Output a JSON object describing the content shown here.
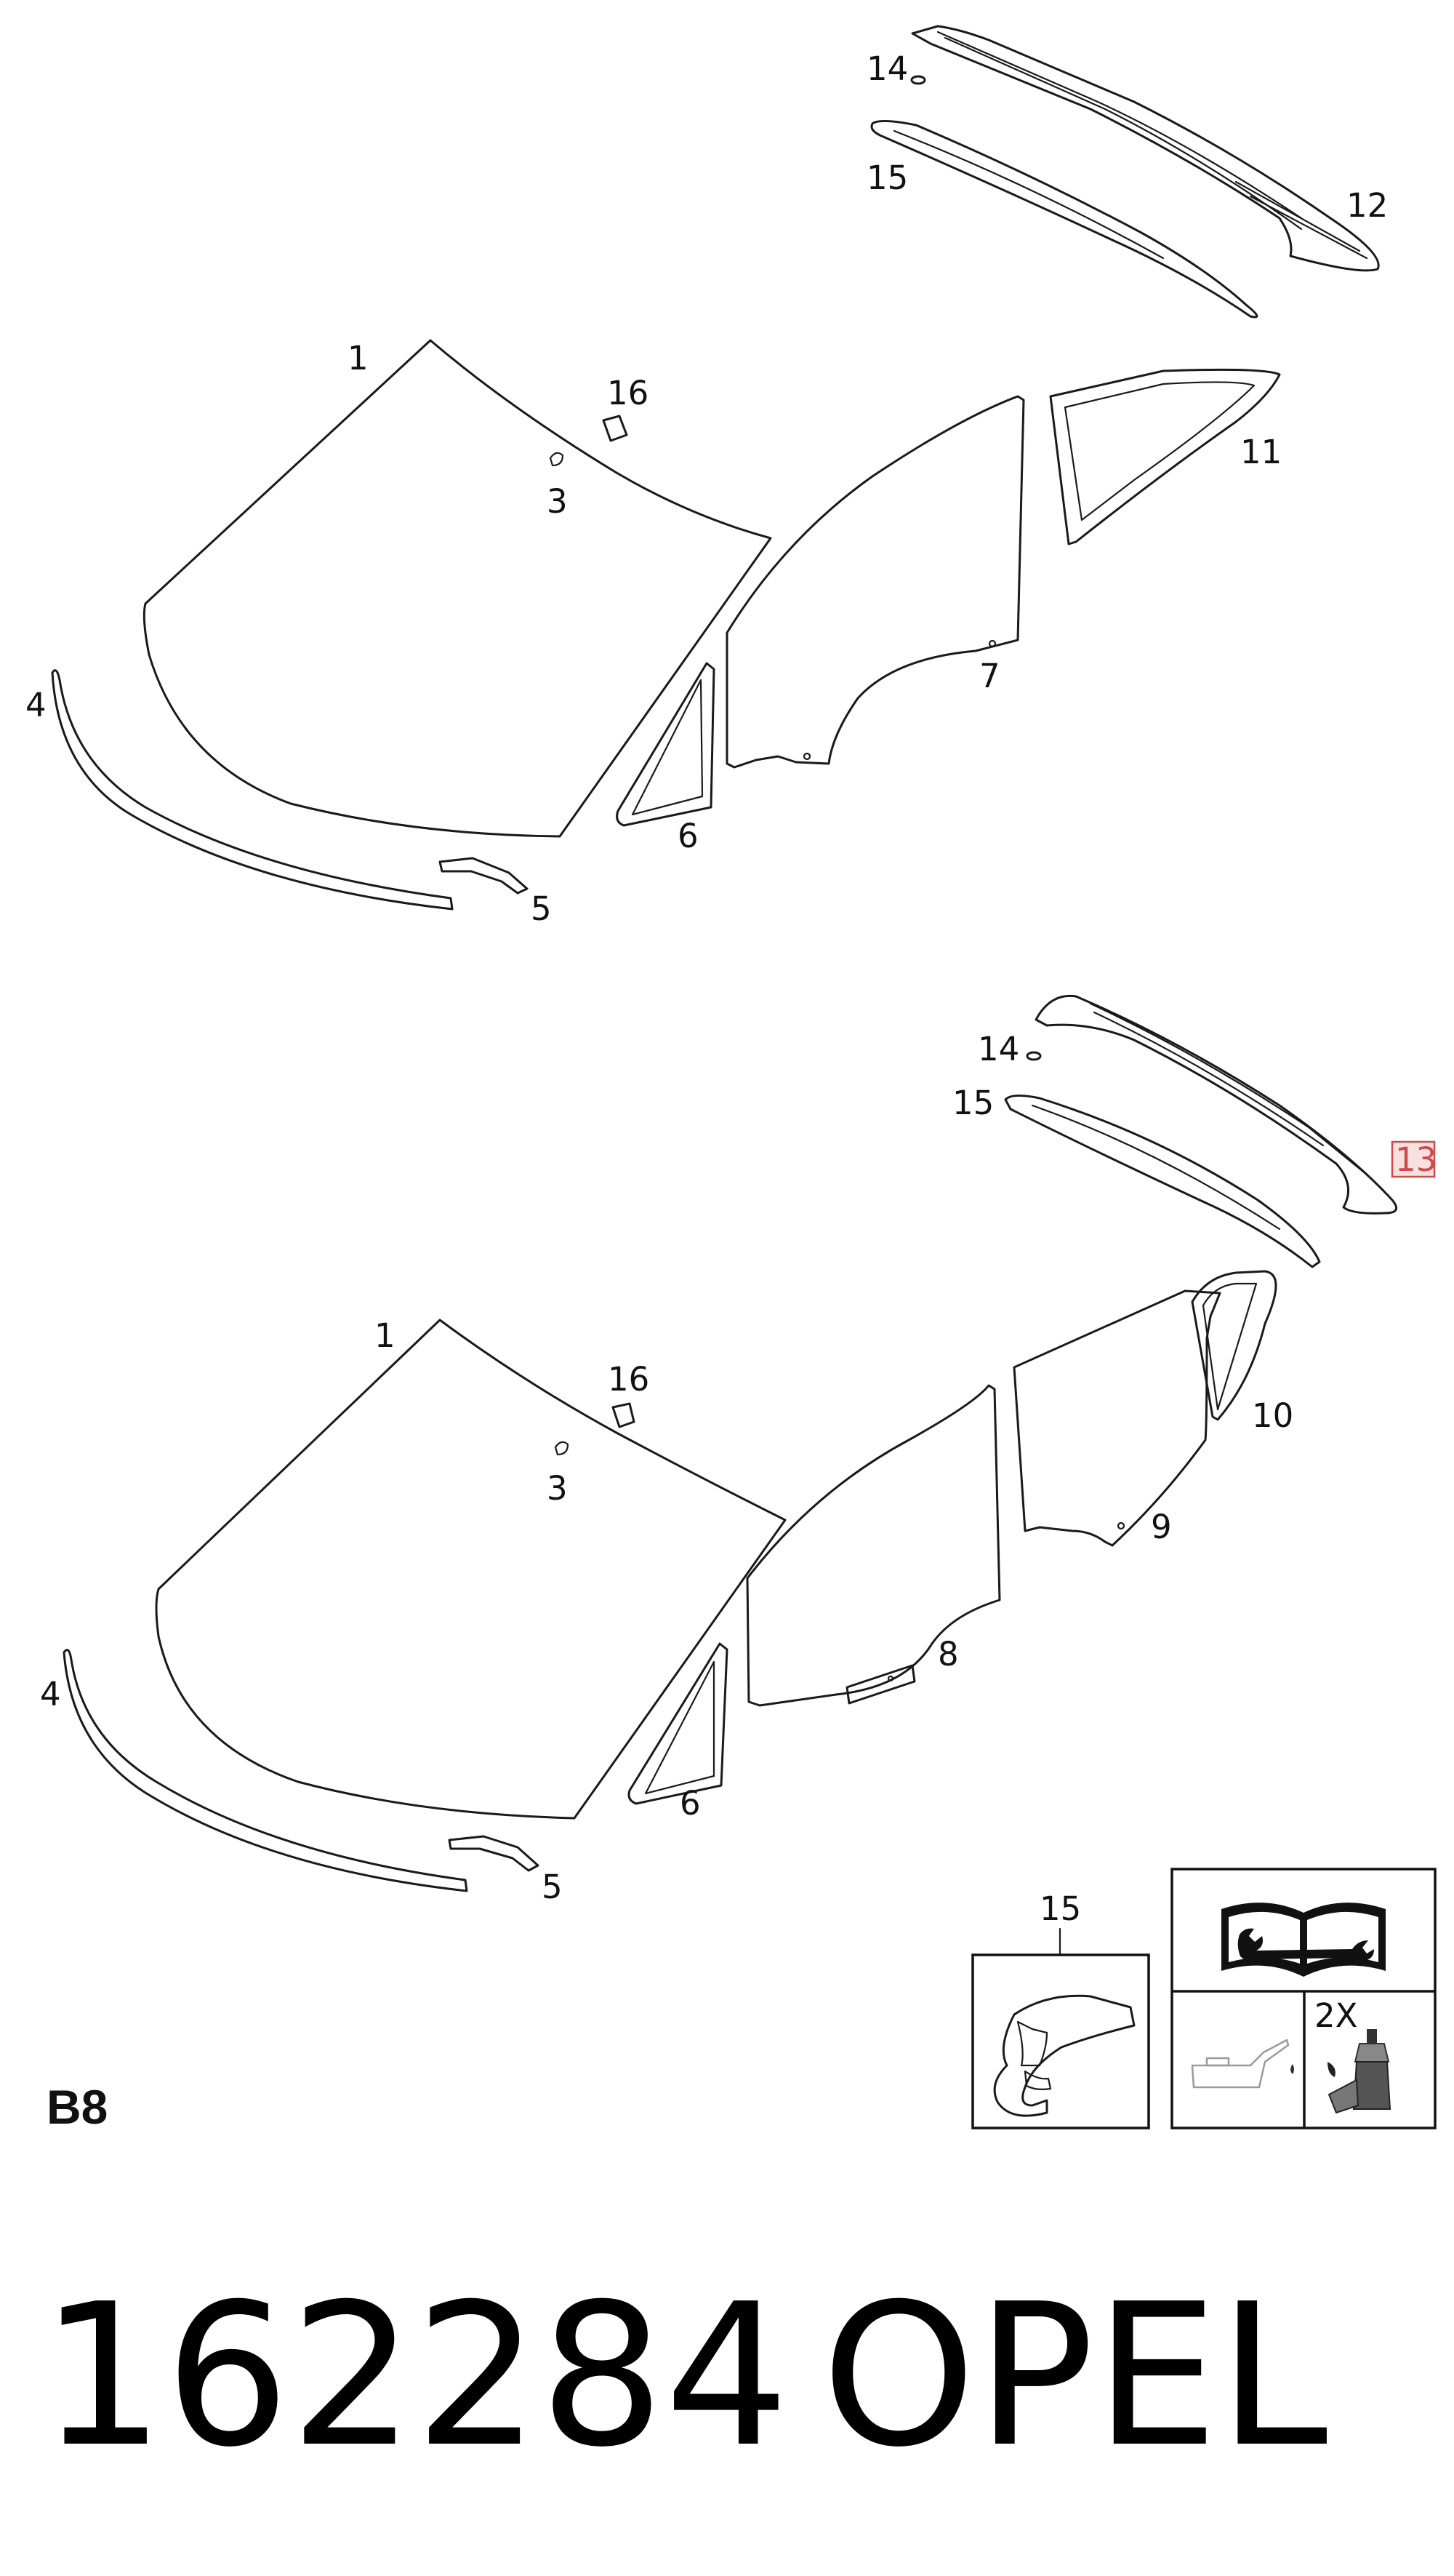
{
  "diagram": {
    "upper_group": {
      "callouts": [
        "14",
        "15",
        "12",
        "1",
        "16",
        "3",
        "11",
        "4",
        "7",
        "6",
        "5"
      ]
    },
    "lower_group": {
      "callouts": [
        "14",
        "15",
        "13",
        "1",
        "16",
        "3",
        "10",
        "9",
        "4",
        "8",
        "6",
        "5"
      ],
      "highlighted_callout": "13",
      "highlight_color": "#d04a4a"
    },
    "legend": {
      "seal_callout": "15",
      "quantity_label": "2X",
      "icons": [
        "manual-wrench-icon",
        "oil-can-icon",
        "adhesive-cartridge-icon"
      ]
    },
    "page_code": "B8"
  },
  "footer": {
    "part_number": "162284",
    "brand": "OPEL"
  }
}
